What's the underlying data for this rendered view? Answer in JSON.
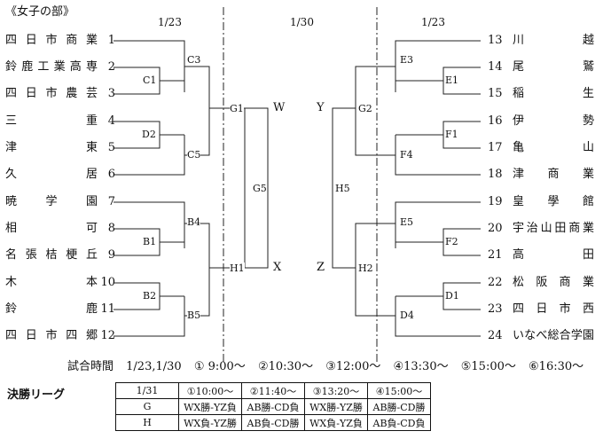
{
  "section_title": "《女子の部》",
  "dates": {
    "left": "1/23",
    "center": "1/30",
    "right": "1/23"
  },
  "left_teams": [
    {
      "no": "1",
      "name": "四日市商業"
    },
    {
      "no": "2",
      "name": "鈴鹿工業高専"
    },
    {
      "no": "3",
      "name": "四日市農芸"
    },
    {
      "no": "4",
      "name": "三重"
    },
    {
      "no": "5",
      "name": "津東"
    },
    {
      "no": "6",
      "name": "久居"
    },
    {
      "no": "7",
      "name": "暁学園"
    },
    {
      "no": "8",
      "name": "相可"
    },
    {
      "no": "9",
      "name": "名張桔梗丘"
    },
    {
      "no": "10",
      "name": "木本"
    },
    {
      "no": "11",
      "name": "鈴鹿"
    },
    {
      "no": "12",
      "name": "四日市四郷"
    }
  ],
  "right_teams": [
    {
      "no": "13",
      "name": "川越"
    },
    {
      "no": "14",
      "name": "尾鷲"
    },
    {
      "no": "15",
      "name": "稲生"
    },
    {
      "no": "16",
      "name": "伊勢"
    },
    {
      "no": "17",
      "name": "亀山"
    },
    {
      "no": "18",
      "name": "津商業"
    },
    {
      "no": "19",
      "name": "皇學館"
    },
    {
      "no": "20",
      "name": "宇治山田商業"
    },
    {
      "no": "21",
      "name": "高田"
    },
    {
      "no": "22",
      "name": "松阪商業"
    },
    {
      "no": "23",
      "name": "四日市西"
    },
    {
      "no": "24",
      "name": "いなべ総合学園"
    }
  ],
  "match_labels": {
    "C1": "C1",
    "C3": "C3",
    "D2": "D2",
    "C5": "C5",
    "B1": "B1",
    "B4": "B4",
    "B2": "B2",
    "B5": "B5",
    "E1": "E1",
    "E3": "E3",
    "F1": "F1",
    "F4": "F4",
    "F2": "F2",
    "E5": "E5",
    "D1": "D1",
    "D4": "D4",
    "G1": "G1",
    "H1": "H1",
    "G2": "G2",
    "H2": "H2",
    "G5": "G5",
    "H5": "H5",
    "W": "W",
    "X": "X",
    "Y": "Y",
    "Z": "Z"
  },
  "schedule": {
    "label": "試合時間",
    "dates": "1/23,1/30",
    "slots": [
      "① 9:00～",
      "②10:30～",
      "③12:00～",
      "④13:30～",
      "⑤15:00～",
      "⑥16:30～"
    ]
  },
  "final_league": {
    "title": "決勝リーグ",
    "header": [
      "1/31",
      "①10:00～",
      "②11:40～",
      "③13:20～",
      "④15:00～"
    ],
    "rows": [
      [
        "G",
        "WX勝-YZ負",
        "AB勝-CD負",
        "WX勝-YZ勝",
        "AB勝-CD勝"
      ],
      [
        "H",
        "WX負-YZ勝",
        "AB負-CD勝",
        "WX負-YZ負",
        "AB負-CD負"
      ]
    ]
  }
}
